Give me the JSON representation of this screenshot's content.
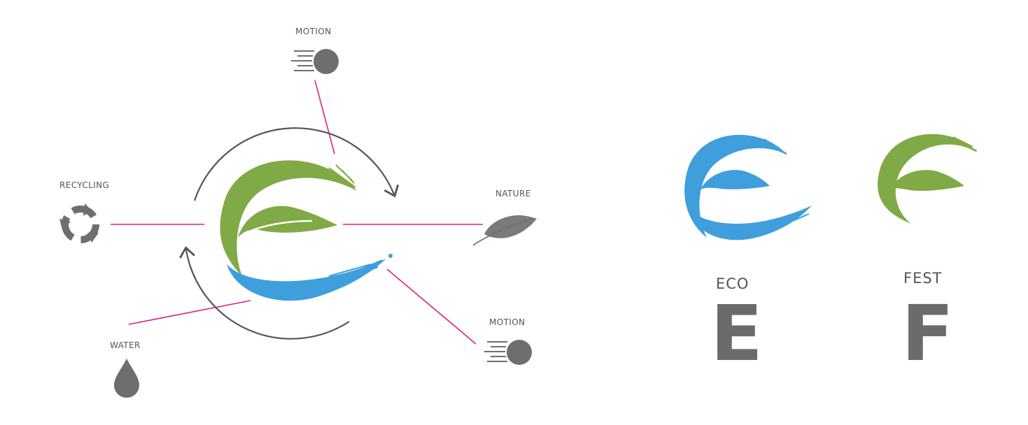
{
  "labels": {
    "motion_top": "MOTION",
    "recycling": "RECYCLING",
    "nature": "NATURE",
    "motion_right": "MOTION",
    "water": "WATER"
  },
  "wordmark": {
    "eco": "ECO",
    "fest": "FEST",
    "eco_letter": "E",
    "fest_letter": "F"
  },
  "icons": {
    "motion": "motion-ball-icon",
    "recycling": "recycling-arrows-icon",
    "nature": "leaf-icon",
    "water": "water-drop-icon",
    "cycle": "circular-arrows-icon"
  },
  "colors": {
    "green": "#80AA45",
    "blue": "#3F9EDC",
    "gray": "#6E6E6E",
    "connector": "#D8237E",
    "text": "#555555"
  }
}
